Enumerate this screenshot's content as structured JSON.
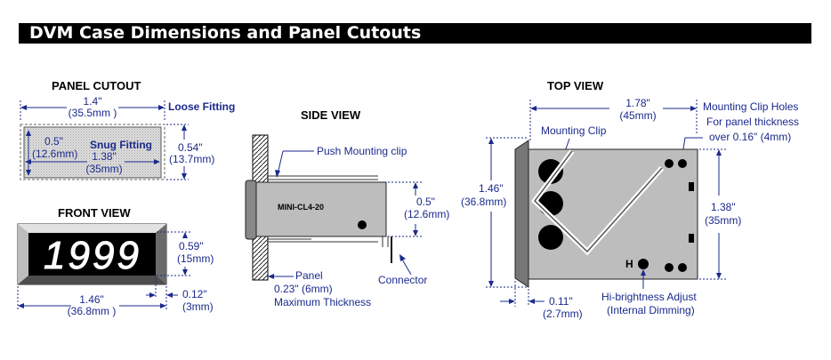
{
  "title": "DVM Case Dimensions and Panel Cutouts",
  "panel_cutout": {
    "heading": "PANEL CUTOUT",
    "width_in": "1.4\"",
    "width_mm": "(35.5mm )",
    "loose_fitting": "Loose Fitting",
    "snug_fitting": "Snug Fitting",
    "inner_height_in": "0.5\"",
    "inner_height_mm": "(12.6mm)",
    "inner_width_in": "1.38\"",
    "inner_width_mm": "(35mm)",
    "height_in": "0.54\"",
    "height_mm": "(13.7mm)"
  },
  "front_view": {
    "heading": "FRONT VIEW",
    "display_digits": "1999",
    "height_in": "0.59\"",
    "height_mm": "(15mm)",
    "width_in": "1.46\"",
    "width_mm": "(36.8mm )",
    "bezel_in": "0.12\"",
    "bezel_mm": "(3mm)"
  },
  "side_view": {
    "heading": "SIDE VIEW",
    "push_clip": "Push Mounting clip",
    "model": "MINI-CL4-20",
    "height_in": "0.5\"",
    "height_mm": "(12.6mm)",
    "connector": "Connector",
    "panel": "Panel",
    "panel_thickness": "0.23\" (6mm)",
    "max_thickness": "Maximum Thickness"
  },
  "top_view": {
    "heading": "TOP VIEW",
    "depth_in": "1.78\"",
    "depth_mm": "(45mm)",
    "clip_holes_1": "Mounting Clip Holes",
    "clip_holes_2": "For panel thickness",
    "clip_holes_3": "over 0.16\" (4mm)",
    "mounting_clip": "Mounting Clip",
    "height_in": "1.46\"",
    "height_mm": "(36.8mm)",
    "inner_in": "1.38\"",
    "inner_mm": "(35mm)",
    "bezel_in": "0.11\"",
    "bezel_mm": "(2.7mm)",
    "h_mark": "H",
    "hi_bright_1": "Hi-brightness Adjust",
    "hi_bright_2": "(Internal Dimming)"
  }
}
